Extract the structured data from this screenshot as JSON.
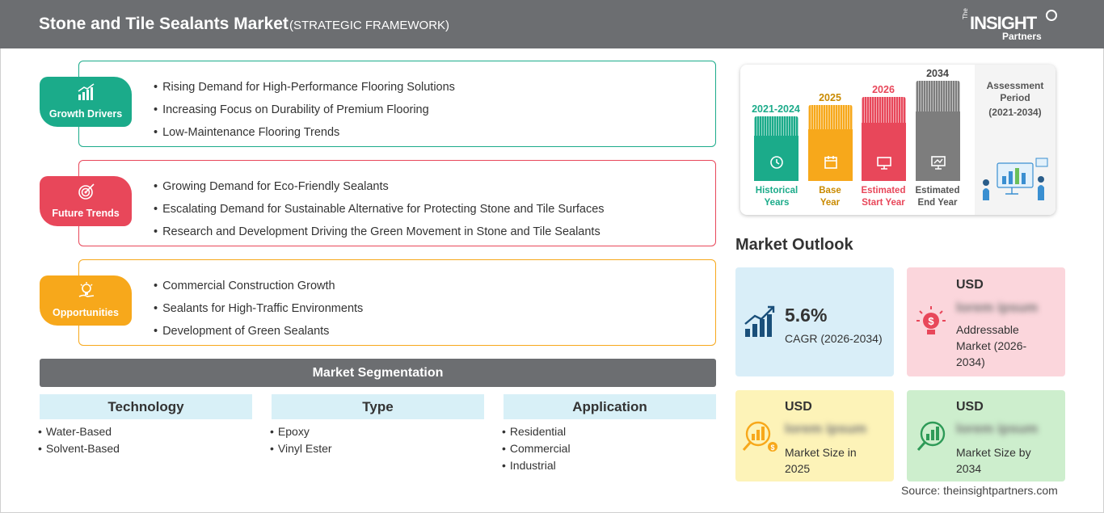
{
  "header": {
    "title": "Stone and Tile Sealants Market",
    "subtitle": "(STRATEGIC FRAMEWORK)",
    "logo": {
      "the": "The",
      "insight": "INSIGHT",
      "partners": "Partners"
    }
  },
  "framework": {
    "growth_drivers": {
      "label": "Growth Drivers",
      "color": "#1bab8a",
      "items": [
        "Rising Demand for High-Performance Flooring Solutions",
        "Increasing Focus on Durability of Premium Flooring",
        "Low-Maintenance Flooring Trends"
      ]
    },
    "future_trends": {
      "label": "Future Trends",
      "color": "#e8475a",
      "items": [
        "Growing Demand for Eco-Friendly Sealants",
        "Escalating Demand for Sustainable Alternative for Protecting Stone and Tile Surfaces",
        "Research and Development Driving the Green Movement in Stone and Tile Sealants"
      ]
    },
    "opportunities": {
      "label": "Opportunities",
      "color": "#f7a81b",
      "items": [
        "Commercial Construction Growth",
        "Sealants for High-Traffic Environments",
        "Development of Green Sealants"
      ]
    }
  },
  "segmentation": {
    "title": "Market Segmentation",
    "technology": {
      "label": "Technology",
      "items": [
        "Water-Based",
        "Solvent-Based"
      ]
    },
    "type": {
      "label": "Type",
      "items": [
        "Epoxy",
        "Vinyl Ester"
      ]
    },
    "application": {
      "label": "Application",
      "items": [
        "Residential",
        "Commercial",
        "Industrial"
      ]
    }
  },
  "timeline": {
    "historical": {
      "year": "2021-2024",
      "label_1": "Historical",
      "label_2": "Years",
      "color": "#1bab8a"
    },
    "base": {
      "year": "2025",
      "label_1": "Base",
      "label_2": "Year",
      "color": "#f7a81b"
    },
    "est_start": {
      "year": "2026",
      "label_1": "Estimated",
      "label_2": "Start Year",
      "color": "#e8475a"
    },
    "est_end": {
      "year": "2034",
      "label_1": "Estimated",
      "label_2": "End Year",
      "color": "#7d7d7d"
    },
    "assessment_label_1": "Assessment",
    "assessment_label_2": "Period",
    "assessment_period": "(2021-2034)"
  },
  "outlook": {
    "title": "Market Outlook",
    "cagr": {
      "value": "5.6%",
      "label": "CAGR (2026-2034)",
      "bg": "#d9eef8"
    },
    "addressable": {
      "currency": "USD",
      "value": "lorem ipsum",
      "label_1": "Addressable",
      "label_2": "Market (2026-",
      "label_3": "2034)",
      "bg": "#fbd6dc"
    },
    "size_2025": {
      "currency": "USD",
      "value": "lorem ipsum",
      "label_1": "Market Size in",
      "label_2": "2025",
      "bg": "#fdf3b8"
    },
    "size_2034": {
      "currency": "USD",
      "value": "lorem ipsum",
      "label_1": "Market Size by",
      "label_2": "2034",
      "bg": "#cdeecd"
    }
  },
  "source": "Source: theinsightpartners.com"
}
